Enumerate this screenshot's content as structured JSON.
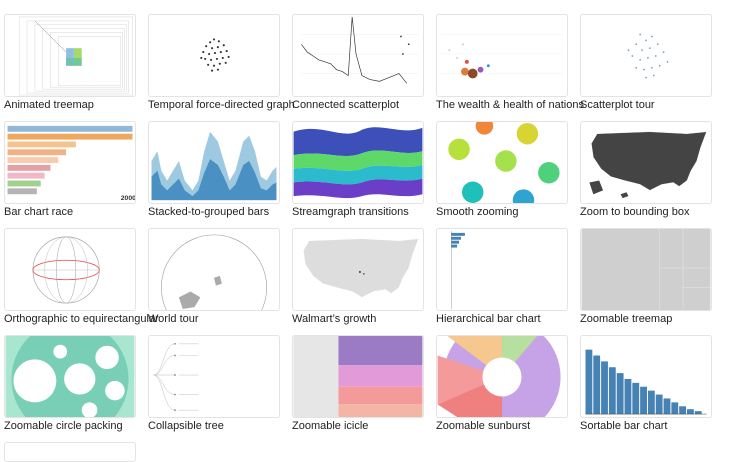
{
  "gallery": {
    "rows": [
      [
        {
          "title": "Animated treemap",
          "thumbnail": "animated-treemap"
        },
        {
          "title": "Temporal force-directed graph",
          "thumbnail": "force-graph"
        },
        {
          "title": "Connected scatterplot",
          "thumbnail": "connected-scatterplot"
        },
        {
          "title": "The wealth & health of nations",
          "thumbnail": "wealth-health"
        },
        {
          "title": "Scatterplot tour",
          "thumbnail": "scatterplot-tour"
        }
      ],
      [
        {
          "title": "Bar chart race",
          "thumbnail": "bar-chart-race",
          "overlay_text": "2000"
        },
        {
          "title": "Stacked-to-grouped bars",
          "thumbnail": "stacked-grouped"
        },
        {
          "title": "Streamgraph transitions",
          "thumbnail": "streamgraph"
        },
        {
          "title": "Smooth zooming",
          "thumbnail": "smooth-zooming"
        },
        {
          "title": "Zoom to bounding box",
          "thumbnail": "us-map-dark"
        }
      ],
      [
        {
          "title": "Orthographic to equirectangular",
          "thumbnail": "globe-grid"
        },
        {
          "title": "World tour",
          "thumbnail": "world-tour"
        },
        {
          "title": "Walmart’s growth",
          "thumbnail": "us-map-light"
        },
        {
          "title": "Hierarchical bar chart",
          "thumbnail": "hierarchical-bar"
        },
        {
          "title": "Zoomable treemap",
          "thumbnail": "zoomable-treemap"
        }
      ],
      [
        {
          "title": "Zoomable circle packing",
          "thumbnail": "circle-packing"
        },
        {
          "title": "Collapsible tree",
          "thumbnail": "collapsible-tree"
        },
        {
          "title": "Zoomable icicle",
          "thumbnail": "icicle"
        },
        {
          "title": "Zoomable sunburst",
          "thumbnail": "sunburst"
        },
        {
          "title": "Sortable bar chart",
          "thumbnail": "sortable-bar"
        }
      ]
    ]
  },
  "colors": {
    "border": "#e3e3e3",
    "label": "#222222",
    "bar_blue": "#4682b4",
    "mint": "#a8e6cf"
  }
}
